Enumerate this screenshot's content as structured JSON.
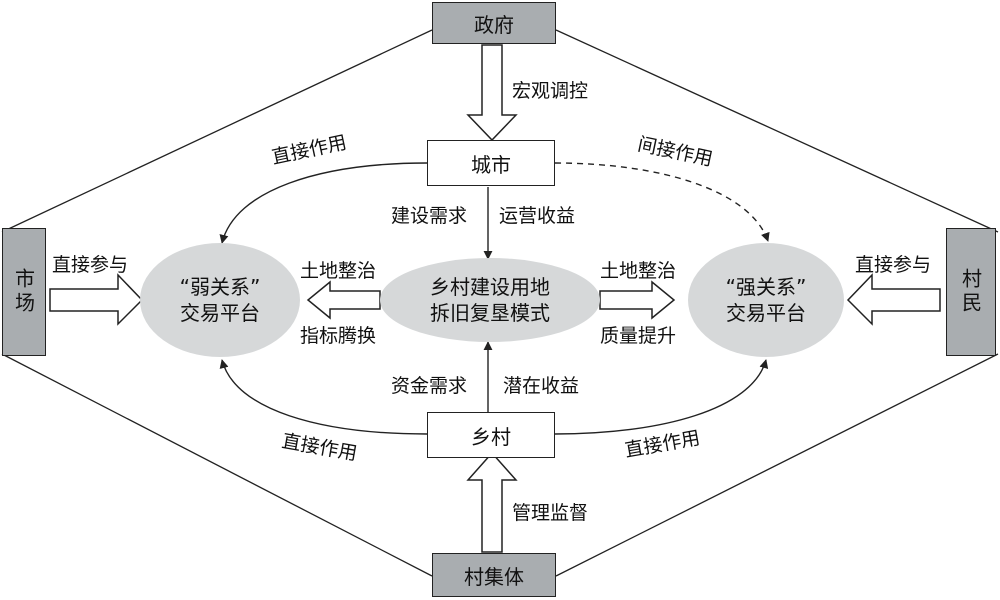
{
  "actors": {
    "government": "政府",
    "market": "市场",
    "villagers": "村民",
    "collective": "村集体"
  },
  "nodes": {
    "city": "城市",
    "village": "乡村",
    "center_line1": "乡村建设用地",
    "center_line2": "拆旧复垦模式",
    "weak_line1": "“弱关系”",
    "weak_line2": "交易平台",
    "strong_line1": "“强关系”",
    "strong_line2": "交易平台"
  },
  "labels": {
    "macro_control": "宏观调控",
    "direct_effect_city": "直接作用",
    "indirect_effect": "间接作用",
    "construction_demand": "建设需求",
    "operating_income": "运营收益",
    "land_consolidation_left": "土地整治",
    "indicator_exchange": "指标腾换",
    "land_consolidation_right": "土地整治",
    "quality_improvement": "质量提升",
    "direct_participation_left": "直接参与",
    "direct_participation_right": "直接参与",
    "capital_demand": "资金需求",
    "potential_income": "潜在收益",
    "direct_effect_village_left": "直接作用",
    "direct_effect_village_right": "直接作用",
    "management_supervision": "管理监督"
  }
}
